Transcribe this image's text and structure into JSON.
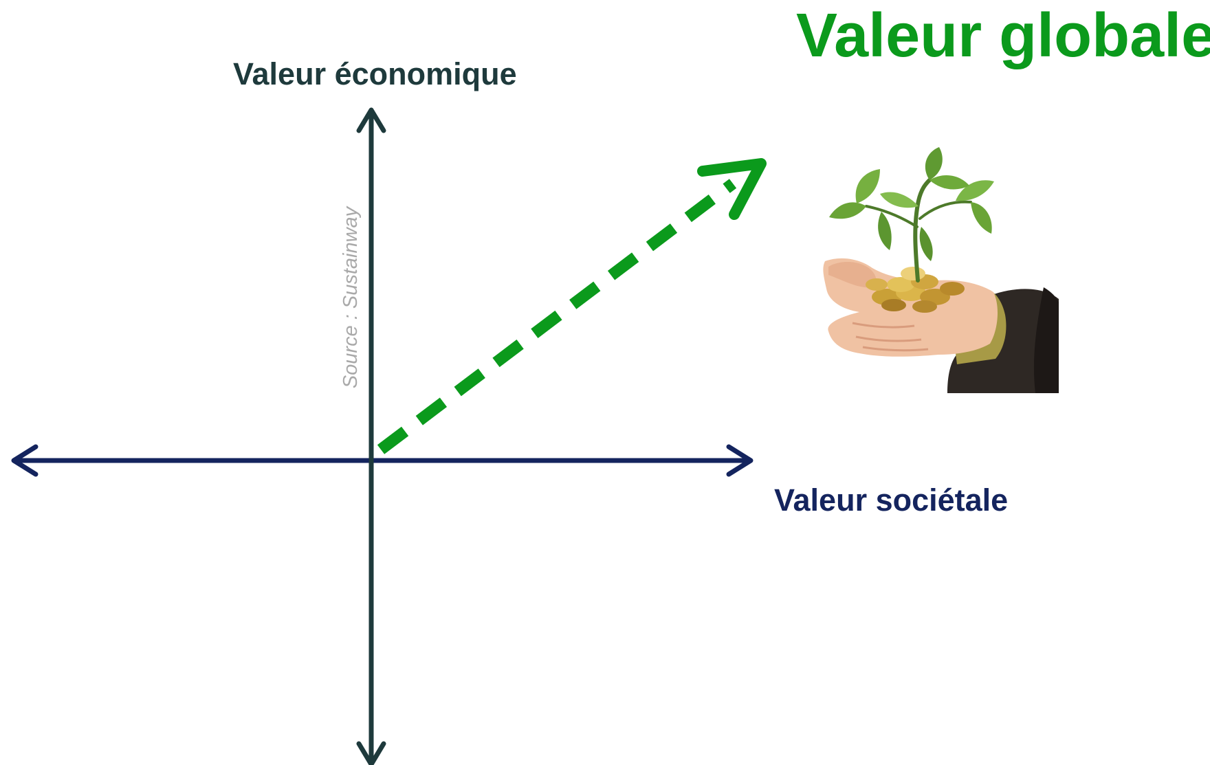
{
  "title": "Valeur globale",
  "axes": {
    "vertical_label": "Valeur économique",
    "horizontal_label": "Valeur sociétale"
  },
  "source_note": "Source : Sustainway",
  "illustration": {
    "icon": "hand-with-plant-and-coins-icon"
  },
  "colors": {
    "title": "#0b9a1c",
    "vertical_axis": "#1e3a3c",
    "horizontal_axis": "#14245e",
    "growth_arrow": "#0b9a1c",
    "source_note": "#a9a9a9"
  }
}
